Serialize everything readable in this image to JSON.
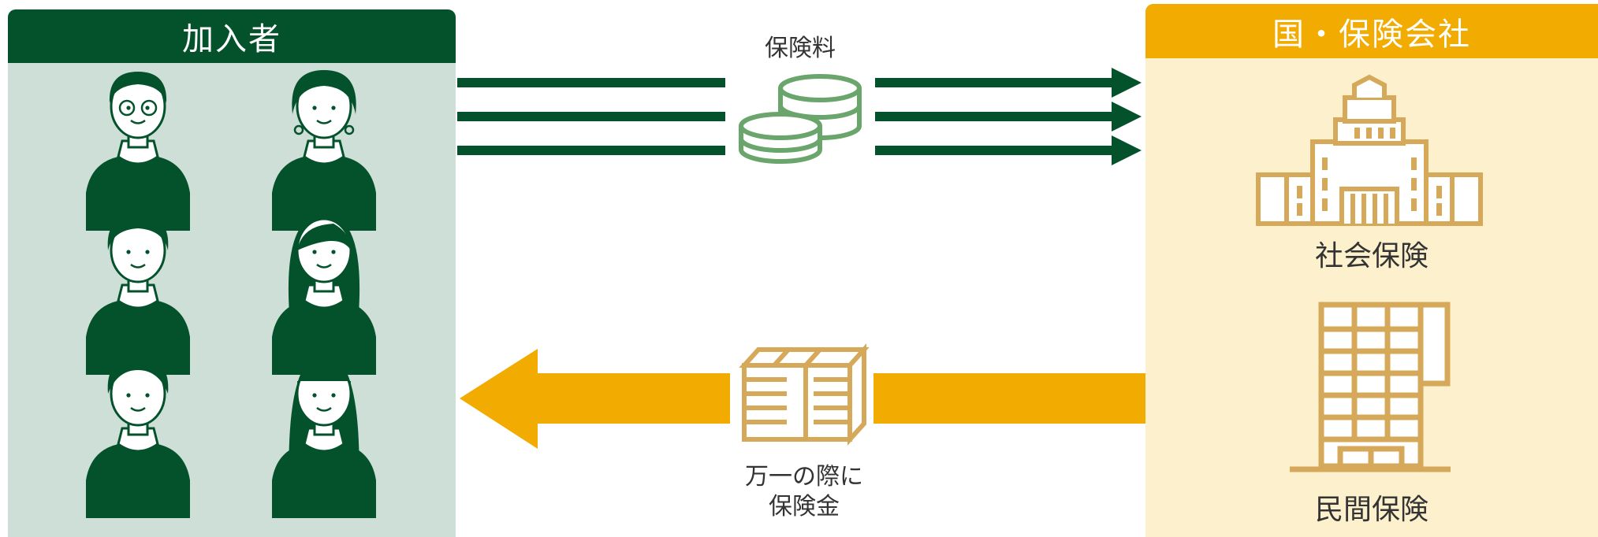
{
  "subscribers": {
    "title": "加入者"
  },
  "insurer": {
    "title": "国・保険会社",
    "social_label": "社会保険",
    "private_label": "民間保険"
  },
  "premium": {
    "label": "保険料"
  },
  "payout": {
    "line1": "万一の際に",
    "line2": "保険金"
  },
  "colors": {
    "green": "#04522b",
    "light_green": "#cddfd7",
    "coin": "#6aa56c",
    "orange": "#f2ab00",
    "cream": "#fdf0cd",
    "gold": "#d6a85a"
  },
  "icons": [
    "person-icon",
    "coins-icon",
    "parliament-building-icon",
    "office-building-icon",
    "money-bundle-icon"
  ]
}
